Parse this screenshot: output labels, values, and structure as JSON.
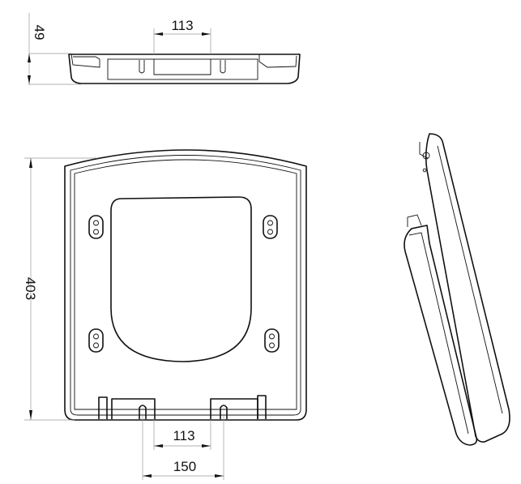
{
  "title": "Toilet seat technical drawing",
  "views": {
    "top": {
      "width_between_hinges": "113",
      "height": "49"
    },
    "front": {
      "height": "403",
      "hinge_inner_spacing": "113",
      "hinge_center_spacing": "150"
    },
    "side": {}
  },
  "units": "mm"
}
